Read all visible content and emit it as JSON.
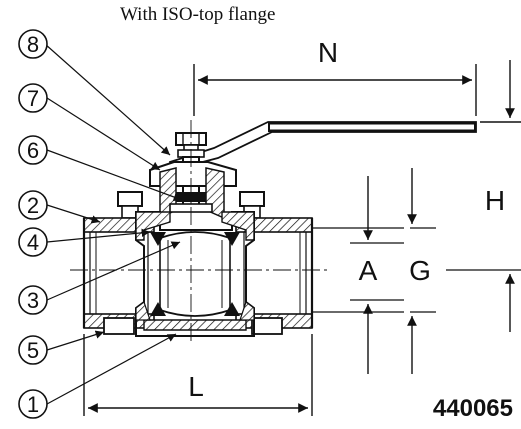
{
  "title": "With ISO-top flange",
  "drawing_number": "440065",
  "balloons": [
    "8",
    "7",
    "6",
    "2",
    "4",
    "3",
    "5",
    "1"
  ],
  "dimensions": {
    "n": "N",
    "h": "H",
    "a": "A",
    "g": "G",
    "l": "L"
  },
  "colors": {
    "line": "#111111",
    "section_fill": "#888888",
    "white": "#ffffff"
  }
}
